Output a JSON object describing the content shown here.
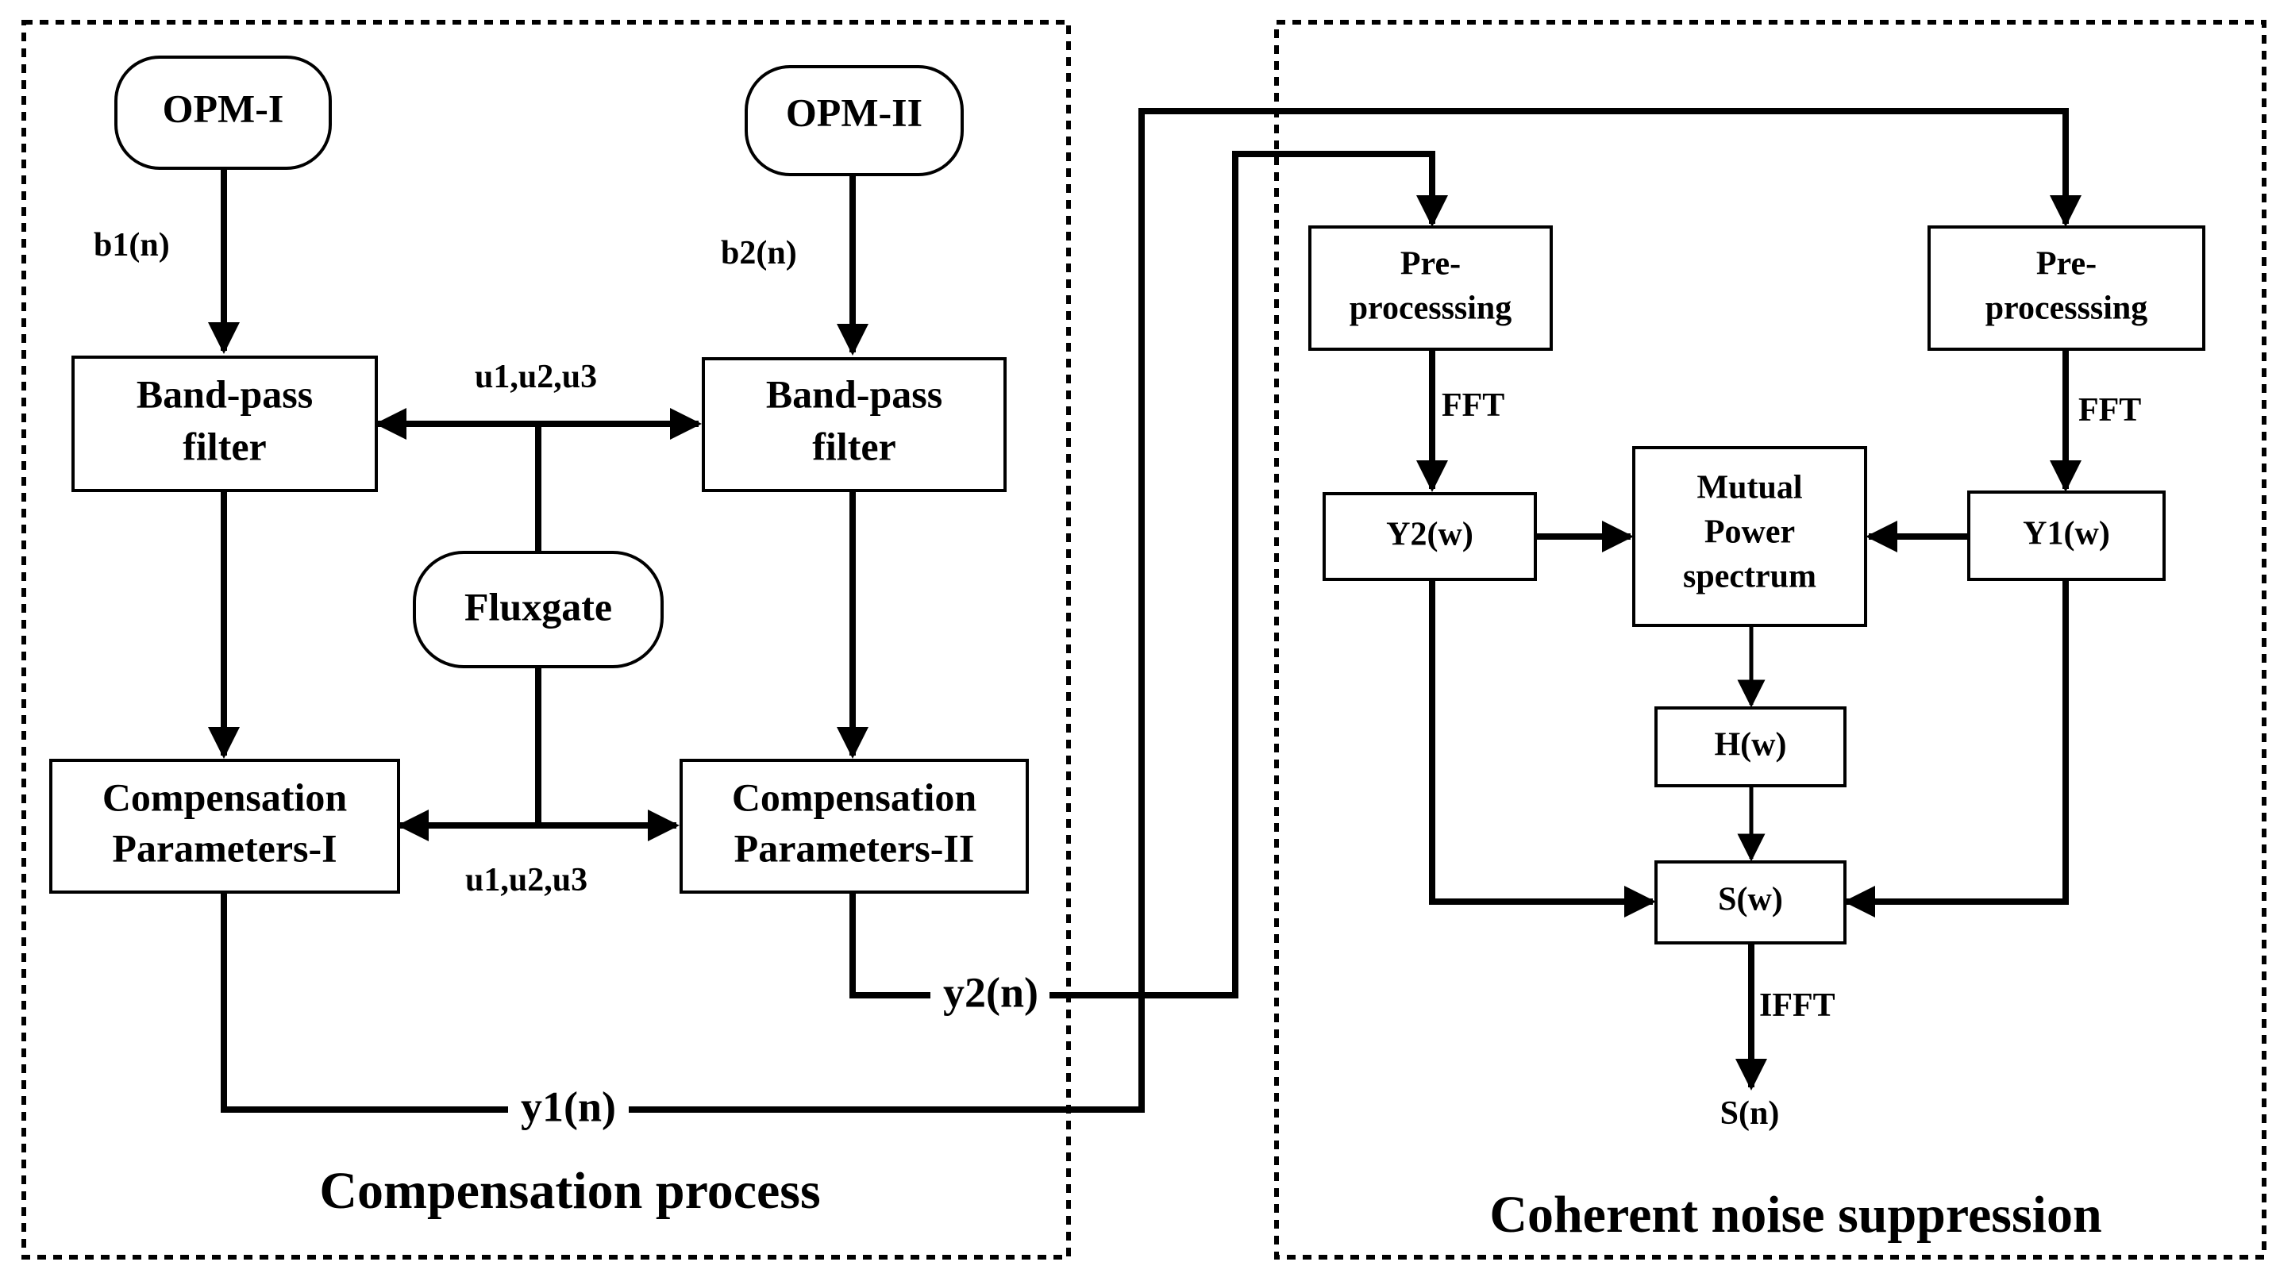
{
  "compensation": {
    "title": "Compensation process",
    "opm1": "OPM-I",
    "opm2": "OPM-II",
    "fluxgate": "Fluxgate",
    "bpf1": [
      "Band-pass",
      "filter"
    ],
    "bpf2": [
      "Band-pass",
      "filter"
    ],
    "comp1": [
      "Compensation",
      "Parameters-I"
    ],
    "comp2": [
      "Compensation",
      "Parameters-II"
    ],
    "b1": "b1(n)",
    "b2": "b2(n)",
    "u_top": "u1,u2,u3",
    "u_bottom": "u1,u2,u3",
    "y1": "y1(n)",
    "y2": "y2(n)"
  },
  "suppression": {
    "title": "Coherent noise suppression",
    "pre1": [
      "Pre-",
      "processsing"
    ],
    "pre2": [
      "Pre-",
      "processsing"
    ],
    "fft_left": "FFT",
    "fft_right": "FFT",
    "y2w": "Y2(w)",
    "y1w": "Y1(w)",
    "mps": [
      "Mutual",
      "Power",
      "spectrum"
    ],
    "hw": "H(w)",
    "sw": "S(w)",
    "ifft": "IFFT",
    "sn": "S(n)"
  }
}
